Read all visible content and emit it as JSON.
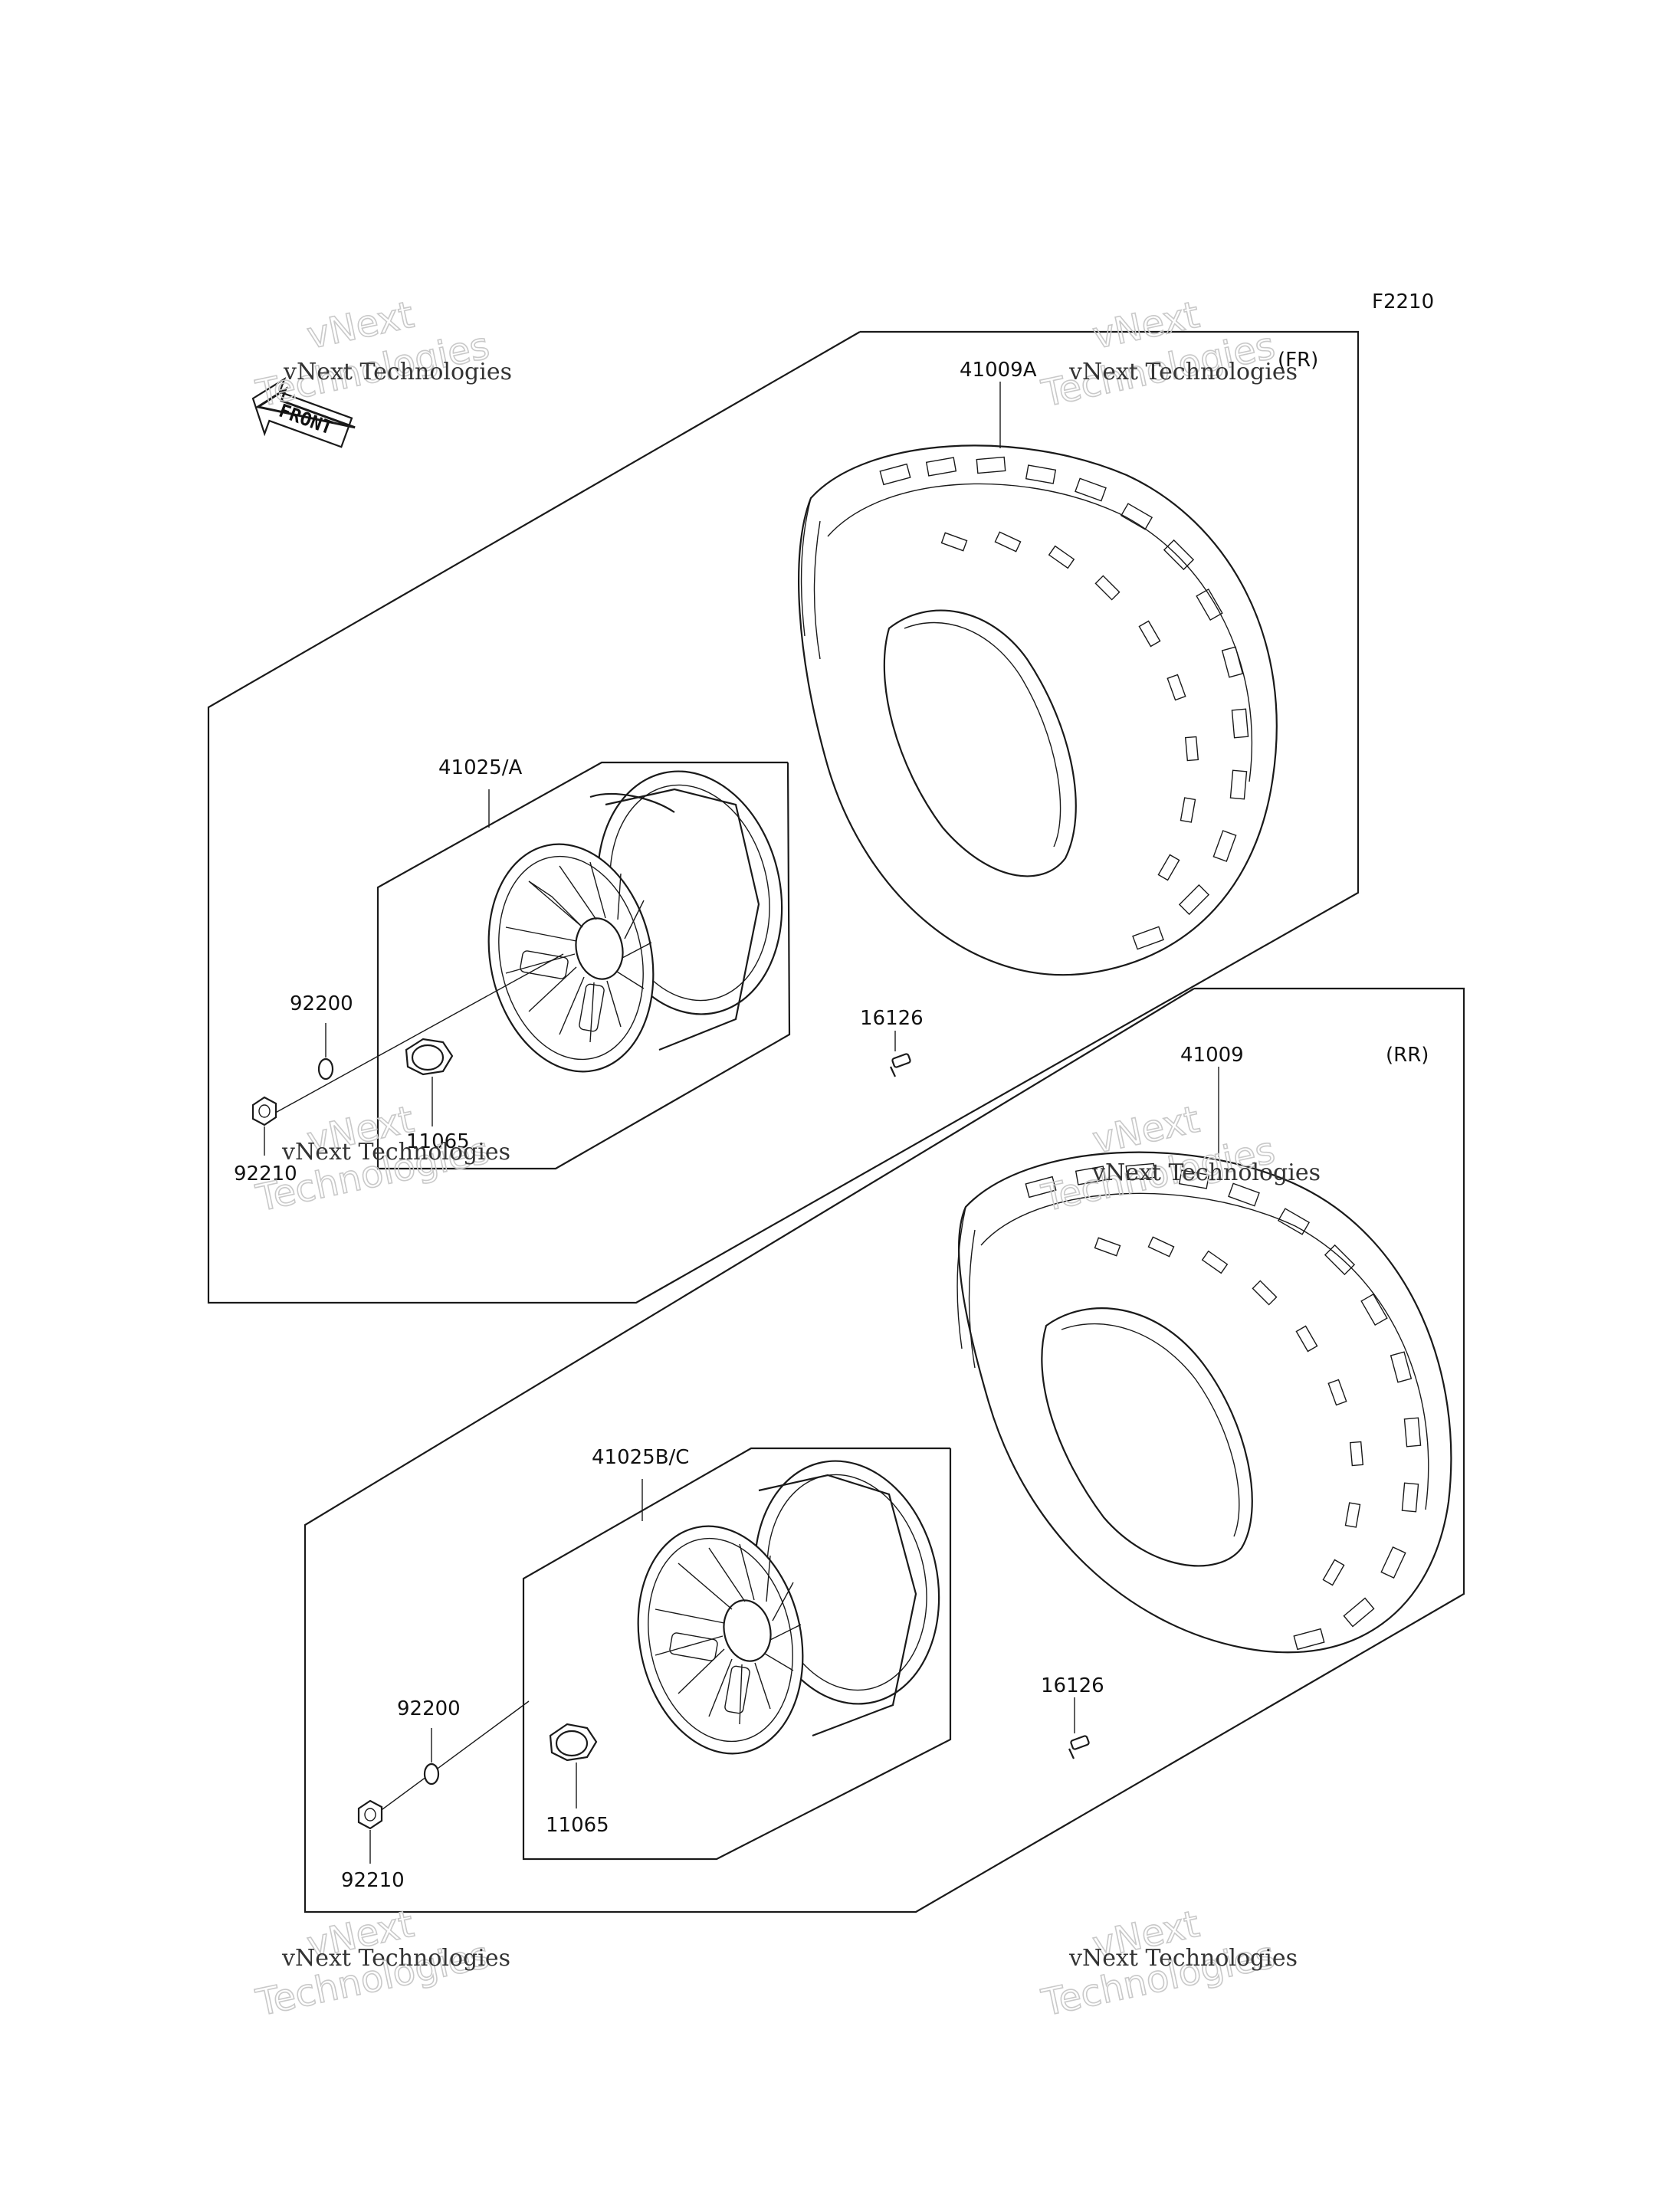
{
  "figure_code": "F2210",
  "front_arrow": {
    "label": "FRONT"
  },
  "sections": {
    "front": {
      "label": "(FR)"
    },
    "rear": {
      "label": "(RR)"
    }
  },
  "parts": {
    "tire_front": "41009A",
    "wheel_front": "41025/A",
    "washer_front": "92200",
    "nut_front": "92210",
    "cap_front": "11065",
    "valve_front": "16126",
    "tire_rear": "41009",
    "wheel_rear": "41025B/C",
    "washer_rear": "92200",
    "nut_rear": "92210",
    "cap_rear": "11065",
    "valve_rear": "16126"
  },
  "watermark": {
    "line1": "vNext",
    "line2": "Technologies",
    "full": "vNext Technologies"
  },
  "icons": {
    "front_arrow": "front-arrow-icon",
    "tire": "tire-icon",
    "wheel": "wheel-rim-icon",
    "nut": "lug-nut-icon",
    "washer": "washer-icon",
    "valve": "valve-stem-icon",
    "cap": "hub-cap-icon"
  }
}
